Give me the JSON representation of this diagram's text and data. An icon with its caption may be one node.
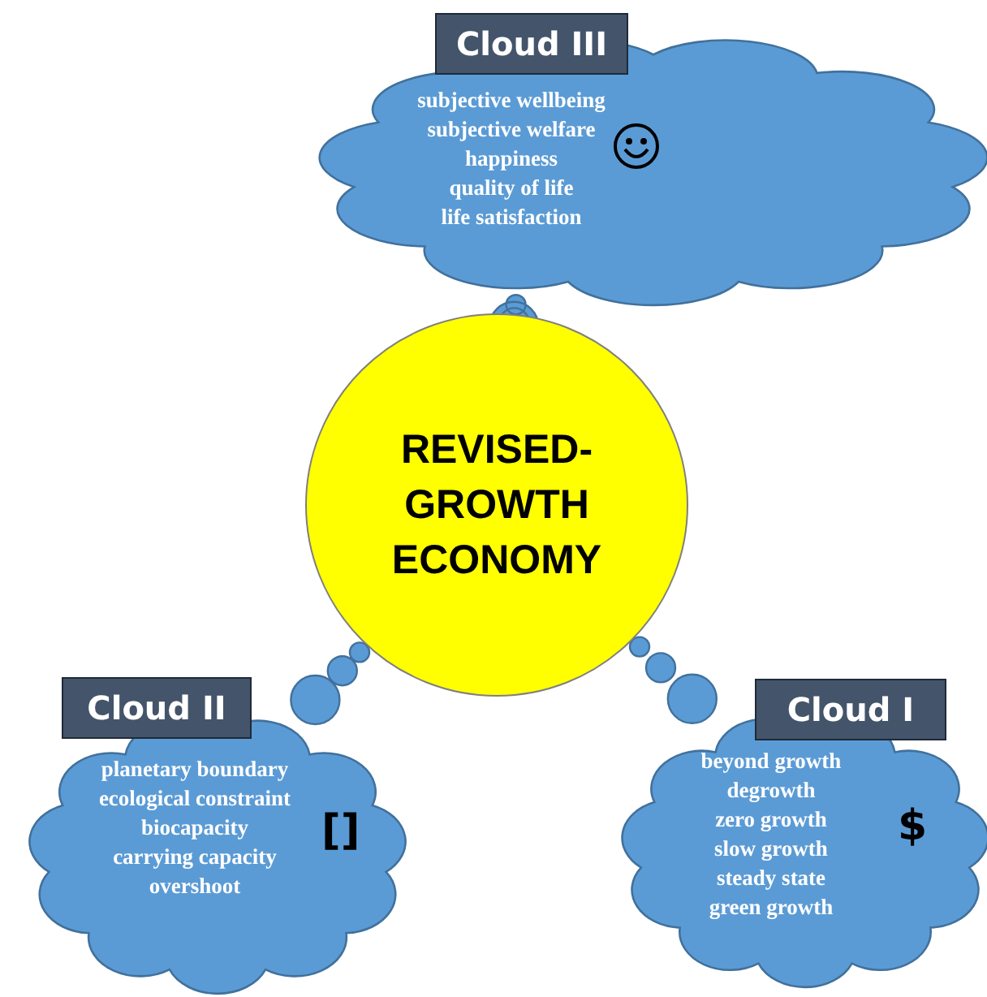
{
  "diagram": {
    "nodes": [
      {
        "text": [
          "Cloud III",
          "subjective wellbeing",
          "subjective welfare",
          "happiness",
          "quality of life",
          "life satisfaction"
        ]
      },
      {
        "text": [
          "REVISED-GROWTH ECONOMY"
        ]
      },
      {
        "text": [
          "Cloud II",
          "planetary boundary",
          "ecological constraint",
          "biocapacity",
          "carrying capacity",
          "overshoot",
          "[]"
        ]
      },
      {
        "text": [
          "Cloud I",
          "beyond growth",
          "degrowth",
          "zero growth",
          "slow growth",
          "steady state",
          "green growth",
          "$"
        ]
      }
    ],
    "edges": [
      {
        "from": 0,
        "to": 1,
        "arrow": "none"
      },
      {
        "from": 2,
        "to": 1,
        "arrow": "none"
      },
      {
        "from": 3,
        "to": 1,
        "arrow": "none"
      }
    ]
  }
}
